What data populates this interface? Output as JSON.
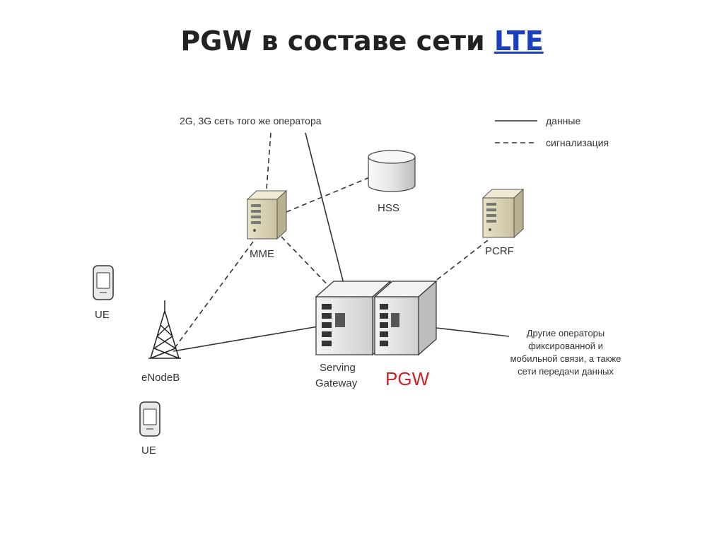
{
  "slide": {
    "title_main": "PGW в составе сети",
    "title_link": "LTE"
  },
  "legend": {
    "data_label": "данные",
    "signaling_label": "сигнализация"
  },
  "nodes": {
    "network_2g3g": "2G, 3G сеть того же оператора",
    "hss": "HSS",
    "mme": "MME",
    "pcrf": "PCRF",
    "ue_top": "UE",
    "ue_bottom": "UE",
    "enodeb": "eNodeB",
    "serving_gateway_line1": "Serving",
    "serving_gateway_line2": "Gateway",
    "pgw": "PGW",
    "other_operators": [
      "Другие операторы",
      "фиксированной и",
      "мобильной связи, а также",
      "сети передачи данных"
    ]
  },
  "colors": {
    "pgw_label": "#cc2222",
    "link": "#1a3fbf"
  }
}
